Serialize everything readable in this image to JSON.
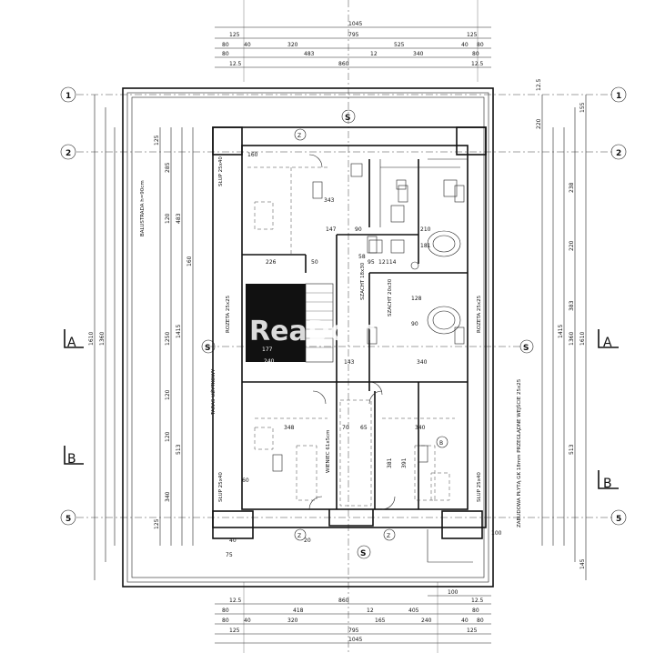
{
  "watermark": "ReaDom",
  "axes": {
    "row_labels": [
      "1",
      "2",
      "5"
    ],
    "col_label": "S",
    "section_a": "A",
    "section_b": "B"
  },
  "dims_top": {
    "row1": "1045",
    "row2": [
      "125",
      "795",
      "125"
    ],
    "row3": [
      "80",
      "40",
      "320",
      "525",
      "40",
      "80"
    ],
    "row4": [
      "80",
      "483",
      "12",
      "340",
      "80"
    ],
    "row5": [
      "12.5",
      "860",
      "12.5"
    ]
  },
  "dims_bottom": {
    "row0": "100",
    "row1": [
      "12.5",
      "860",
      "12.5"
    ],
    "row2": [
      "80",
      "418",
      "12",
      "405",
      "80"
    ],
    "row3": [
      "80",
      "40",
      "320",
      "165",
      "240",
      "40",
      "80"
    ],
    "row4": [
      "125",
      "795",
      "125"
    ],
    "row5": "1045"
  },
  "dims_left_outer": [
    "1610",
    "1360",
    "1415",
    "1250"
  ],
  "dims_left_inner": [
    "125",
    "285",
    "483",
    "120",
    "160",
    "120",
    "513",
    "120",
    "340",
    "125"
  ],
  "dims_right_outer": [
    "1610",
    "1360",
    "1415"
  ],
  "dims_right_inner": [
    "155",
    "220",
    "238",
    "220",
    "383",
    "513",
    "145",
    "12.5",
    "100"
  ],
  "room_labels": {
    "balustrada": "BALUSTRADA h=90cm",
    "taras": "TARAS UŻYTKOWY",
    "slup_tl": "SŁUP 25x40",
    "slup_bl": "SŁUP 25x40",
    "slup_br": "SŁUP 25x40",
    "rozeta_l": "ROZETA 25x25",
    "rozeta_r": "ROZETA 25x25",
    "wienec": "WIENIEC 61x5cm",
    "szacht_l": "SZACHT 18x30",
    "szacht_r": "SZACHT 20x30",
    "zabudowa": "ZABUDOWA PŁYTĄ GK 18mm PRZEGLĄDNE WEJŚCIE 25x25"
  },
  "interior_dims": [
    "343",
    "147",
    "90",
    "210",
    "226",
    "50",
    "95",
    "12",
    "114",
    "181",
    "128",
    "90",
    "143",
    "340",
    "348",
    "70",
    "65",
    "340",
    "391",
    "381",
    "160",
    "60",
    "40",
    "20",
    "100",
    "75",
    "58"
  ],
  "markers": [
    "S",
    "S",
    "S",
    "Z",
    "Z",
    "Z",
    "B",
    "B"
  ]
}
